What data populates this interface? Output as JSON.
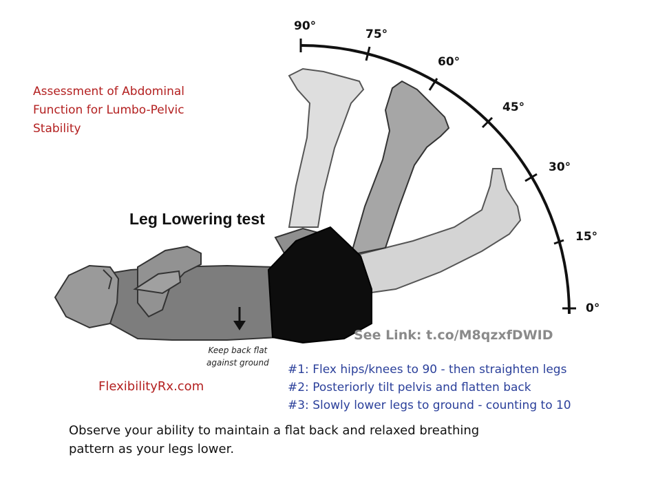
{
  "header": {
    "title_lines": [
      "Assessment of Abdominal",
      "Function for Lumbo-Pelvic",
      "Stability"
    ]
  },
  "test_name": "Leg Lowering test",
  "angle_labels": [
    "90°",
    "75°",
    "60°",
    "45°",
    "30°",
    "15°",
    "0°"
  ],
  "arrow_caption_lines": [
    "Keep back flat",
    "against ground"
  ],
  "link_text": "See Link: t.co/M8qzxfDWID",
  "steps": [
    "#1: Flex hips/knees to 90 - then straighten legs",
    "#2: Posteriorly tilt pelvis and flatten back",
    "#3: Slowly lower legs to ground - counting to 10"
  ],
  "brand": "FlexibilityRx.com",
  "footer_lines": [
    "Observe your ability to maintain a flat back and relaxed breathing",
    "pattern as your legs lower."
  ],
  "colors": {
    "title_red": "#b32020",
    "steps_blue": "#2a3f9a",
    "link_gray": "#8a8a8a",
    "shorts_black": "#0d0d0d",
    "body_gray": "#7a7a7a",
    "leg_dark": "#8c8c8c",
    "leg_light": "#d6d6d6"
  }
}
